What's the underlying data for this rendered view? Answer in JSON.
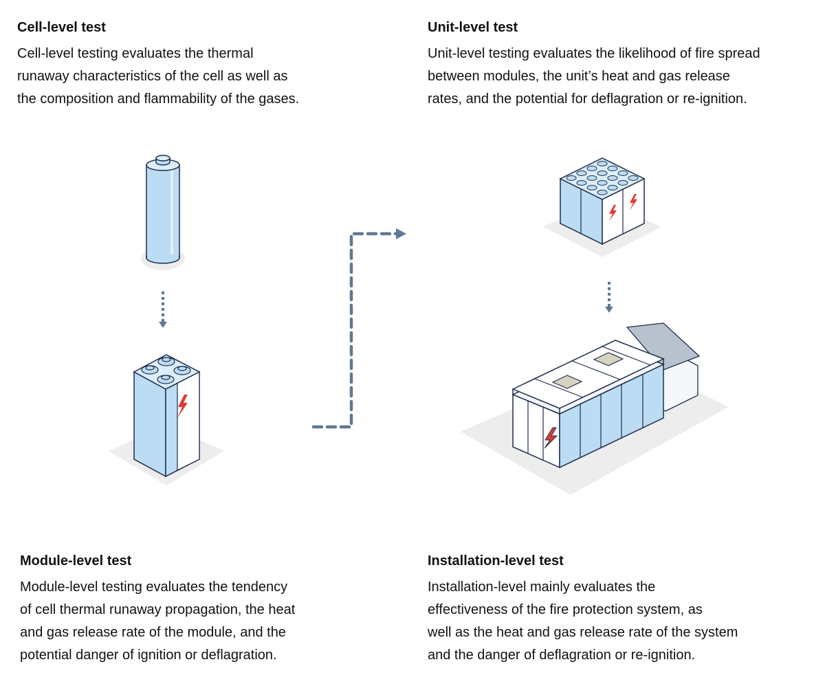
{
  "stages": {
    "cell": {
      "title": "Cell-level test",
      "lines": [
        "Cell-level testing evaluates the thermal",
        "runaway characteristics of the cell as well as",
        "the composition and flammability of the gases."
      ]
    },
    "unit": {
      "title": "Unit-level test",
      "lines": [
        "Unit-level testing evaluates the likelihood of fire spread",
        "between modules, the unit’s heat and gas release",
        "rates, and the potential for deflagration or re-ignition."
      ]
    },
    "module": {
      "title": "Module-level test",
      "lines": [
        "Module-level testing evaluates the tendency",
        "of cell thermal runaway propagation, the heat",
        "and gas release rate of the module, and the",
        "potential danger of ignition or deflagration."
      ]
    },
    "installation": {
      "title": "Installation-level test",
      "lines": [
        "Installation-level mainly evaluates the",
        "effectiveness of the fire protection system, as",
        "well as the heat and gas release rate of the system",
        "and the danger of deflagration or re-ignition."
      ]
    }
  },
  "colors": {
    "battery_blue": "#bcdcf3",
    "outline": "#1e2c4c",
    "arrow": "#5f7893",
    "bolt_red": "#e03a36",
    "floor_gray": "#ededed",
    "vent_tan": "#d8d2c0"
  }
}
